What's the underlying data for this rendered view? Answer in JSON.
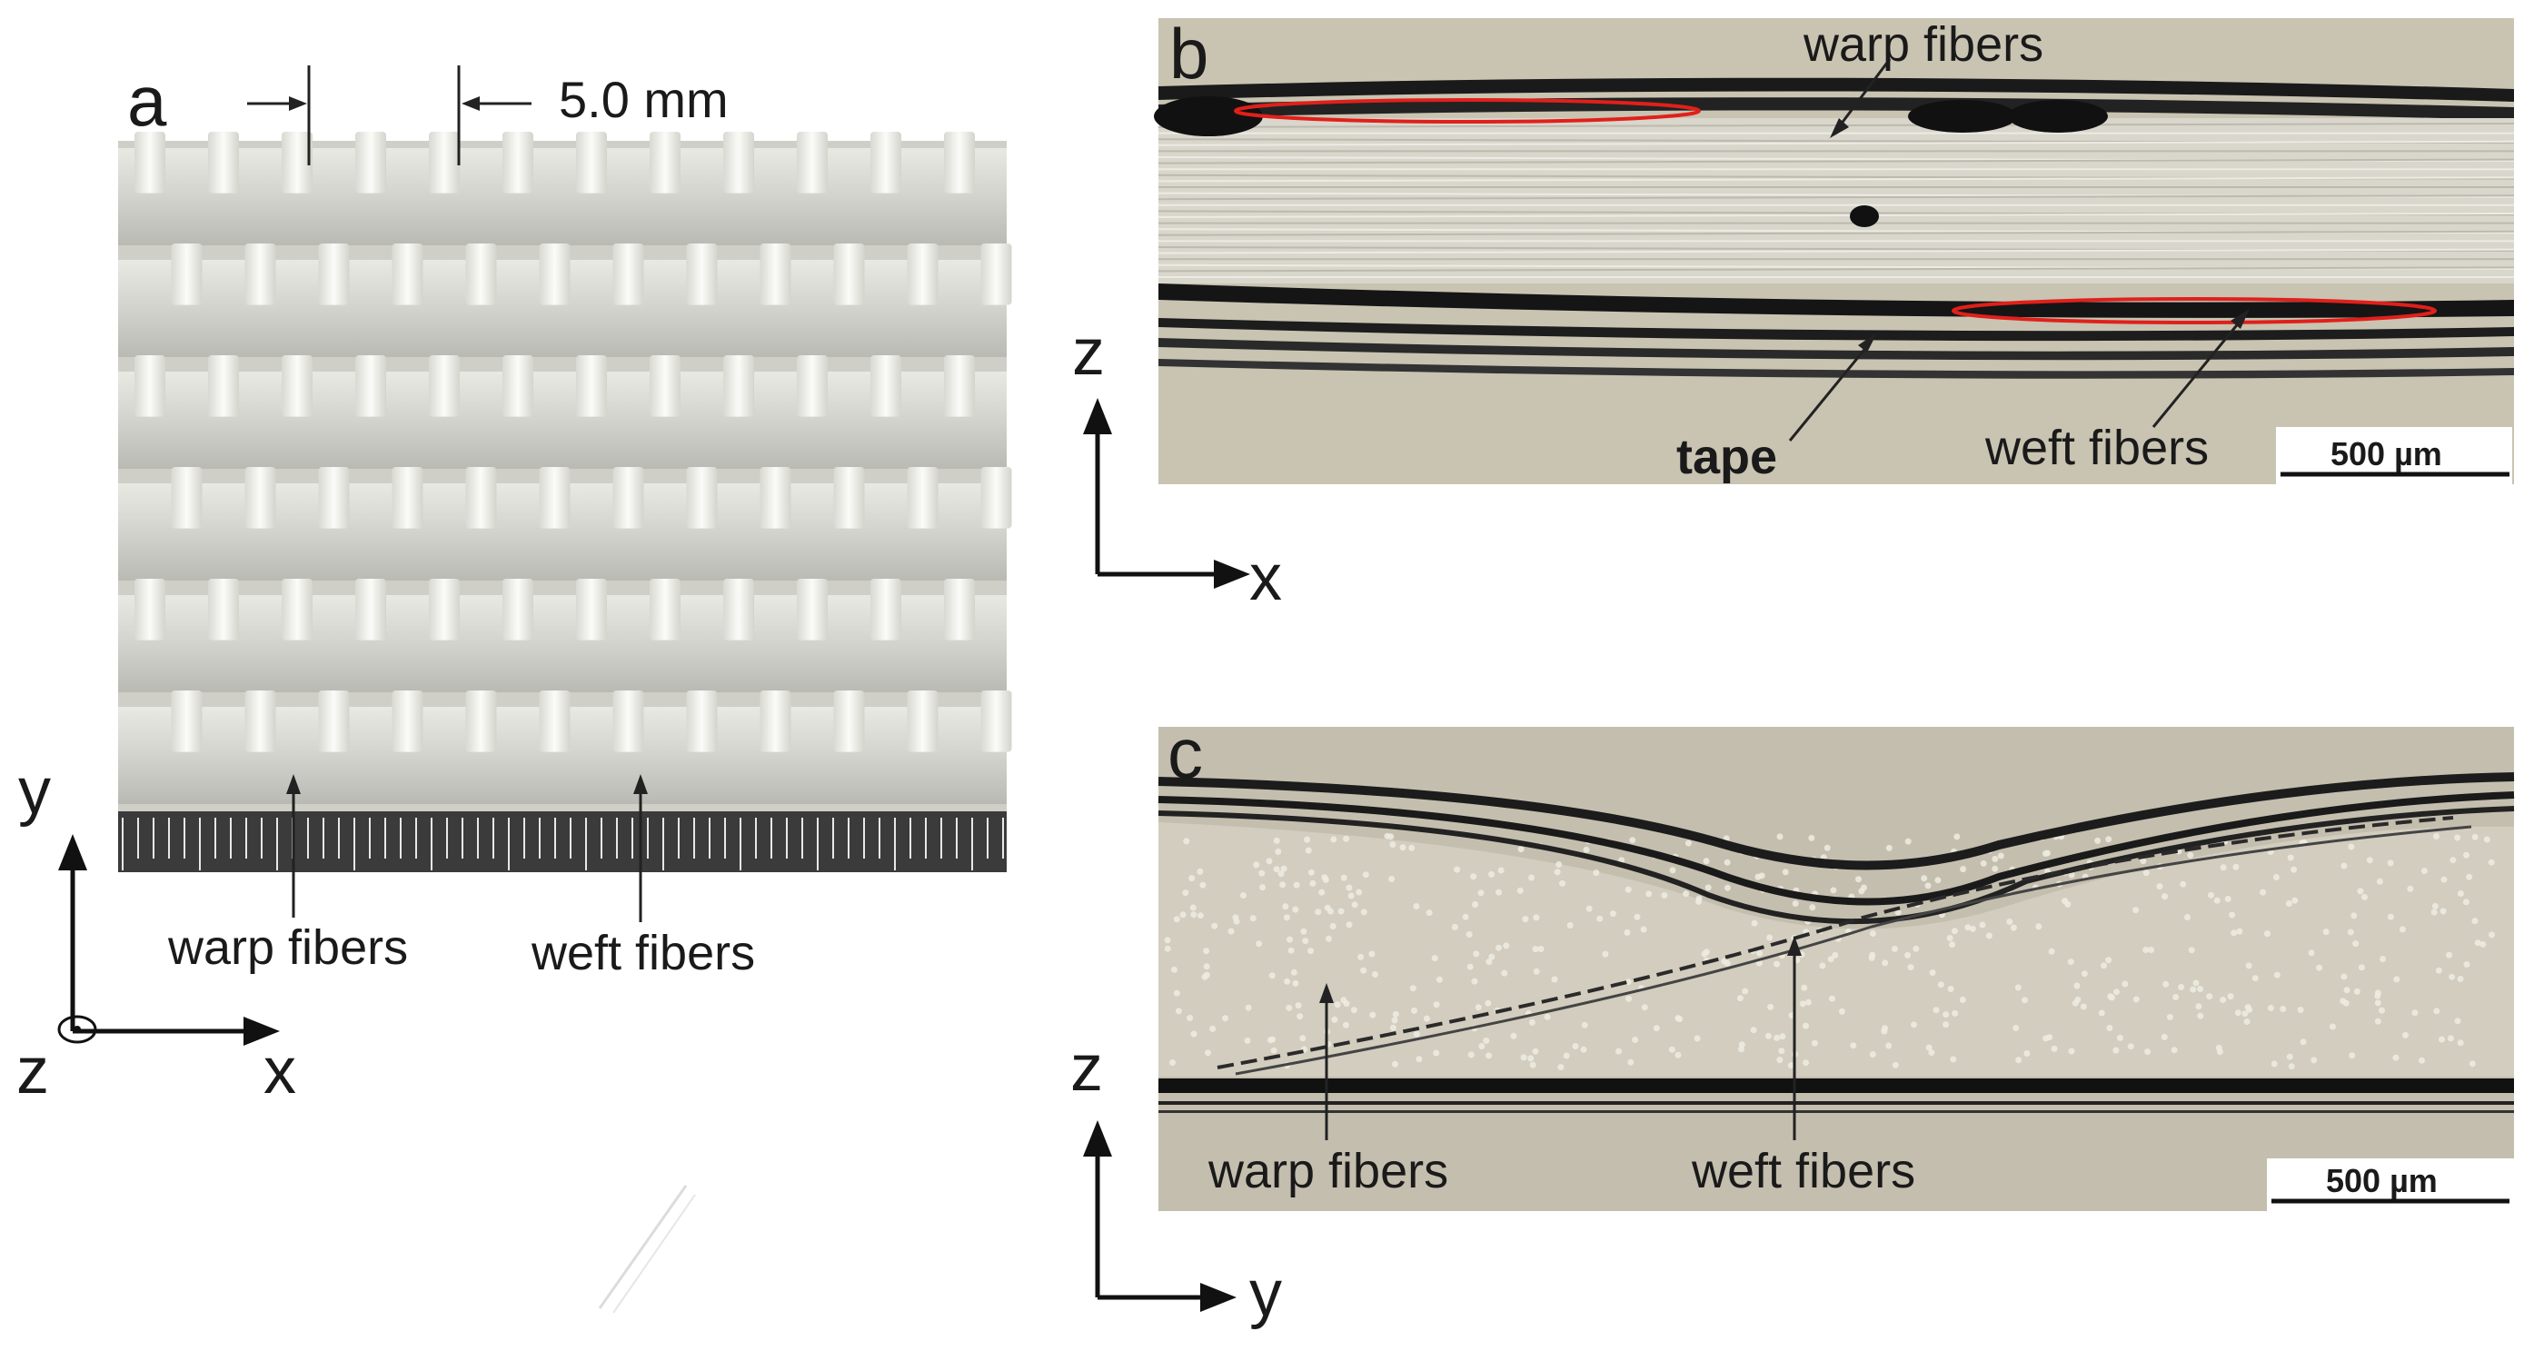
{
  "panels": {
    "a": {
      "letter": "a",
      "dimension": "5.0 mm",
      "labels": {
        "warp": "warp fibers",
        "weft": "weft fibers"
      },
      "axes": {
        "vertical": "y",
        "horizontal": "x",
        "normal": "z"
      }
    },
    "b": {
      "letter": "b",
      "labels": {
        "warp": "warp fibers",
        "weft": "weft fibers",
        "tape": "tape"
      },
      "scale_bar": "500 µm",
      "axes": {
        "vertical": "z",
        "horizontal": "x"
      }
    },
    "c": {
      "letter": "c",
      "labels": {
        "warp": "warp fibers",
        "weft": "weft fibers"
      },
      "scale_bar": "500 µm",
      "axes": {
        "vertical": "z",
        "horizontal": "y"
      }
    }
  },
  "colors": {
    "fabric_base": "#dcdcd6",
    "fabric_warp": "#f2f2ee",
    "fabric_weft": "#c9cac4",
    "micro_bg": "#c9c3b2",
    "micro_dark": "#151515",
    "highlight": "#e0201b"
  }
}
